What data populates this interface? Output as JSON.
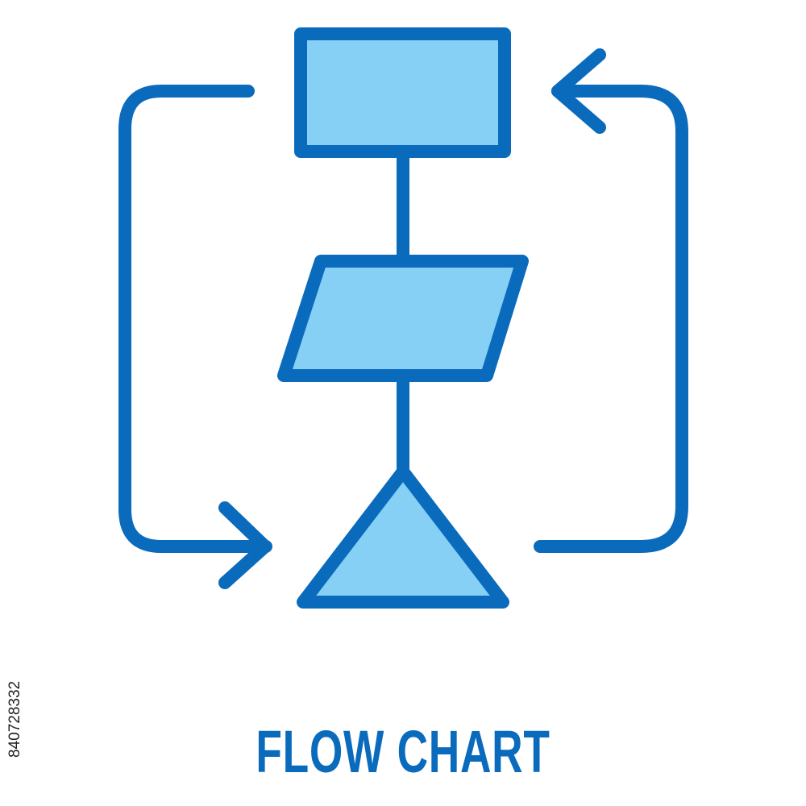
{
  "caption": "FLOW CHART",
  "stock_id": "840728332",
  "colors": {
    "stroke": "#0a6bbd",
    "fill": "#86cff5",
    "caption": "#0a6bbd",
    "background": "#ffffff"
  },
  "icon": {
    "name": "flow-chart-icon",
    "parts": [
      "process-rectangle",
      "data-parallelogram",
      "merge-triangle",
      "loop-arrow-left",
      "loop-arrow-right"
    ]
  }
}
